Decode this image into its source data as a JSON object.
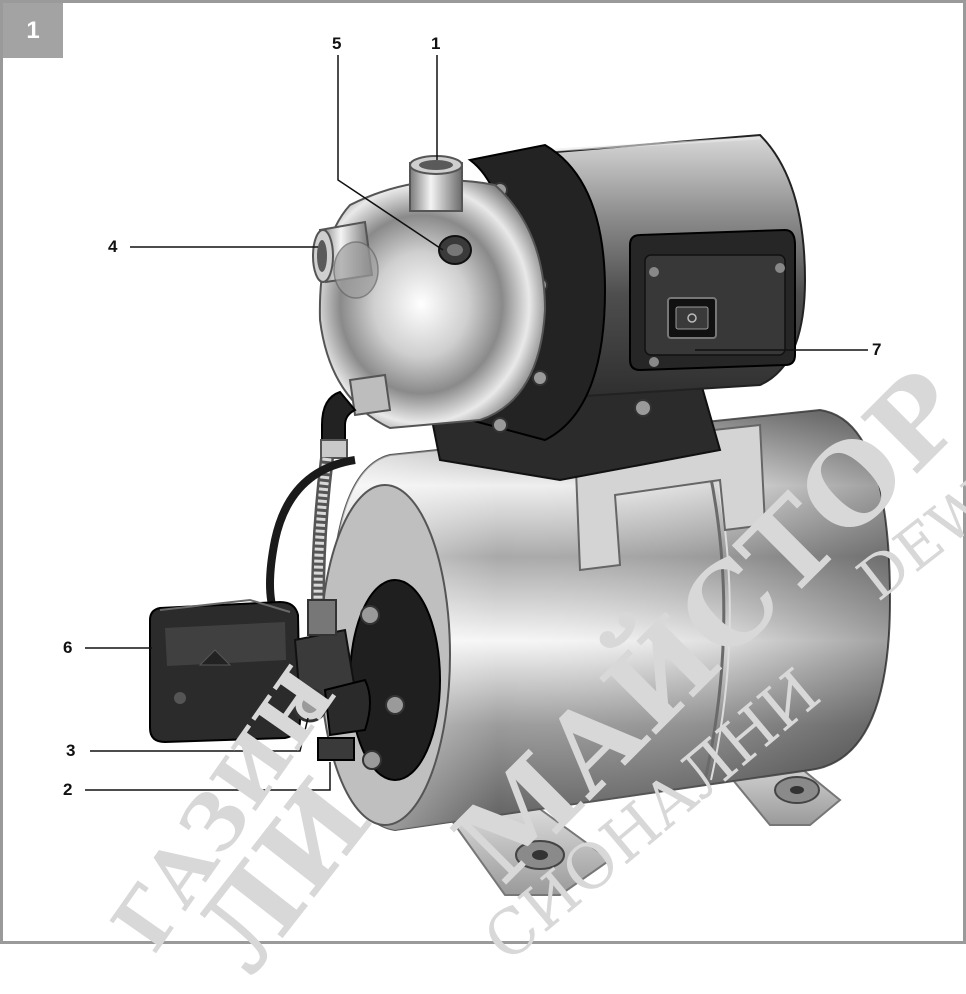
{
  "figure": {
    "number": "1"
  },
  "callouts": [
    {
      "id": "1",
      "label": "1"
    },
    {
      "id": "2",
      "label": "2"
    },
    {
      "id": "3",
      "label": "3"
    },
    {
      "id": "4",
      "label": "4"
    },
    {
      "id": "5",
      "label": "5"
    },
    {
      "id": "6",
      "label": "6"
    },
    {
      "id": "7",
      "label": "7"
    }
  ],
  "watermark": {
    "lines": [
      "ГАЗИН",
      "ЛИ",
      "МАЙСТОР",
      "СИОНАЛНИ",
      "DEW"
    ],
    "color": "#d8d8d8"
  },
  "colors": {
    "frame": "#9a9a9a",
    "badge": "#a3a3a3",
    "metal_light": "#f2f2f2",
    "metal_dark": "#6e6e6e",
    "plastic": "#2a2a2a"
  }
}
